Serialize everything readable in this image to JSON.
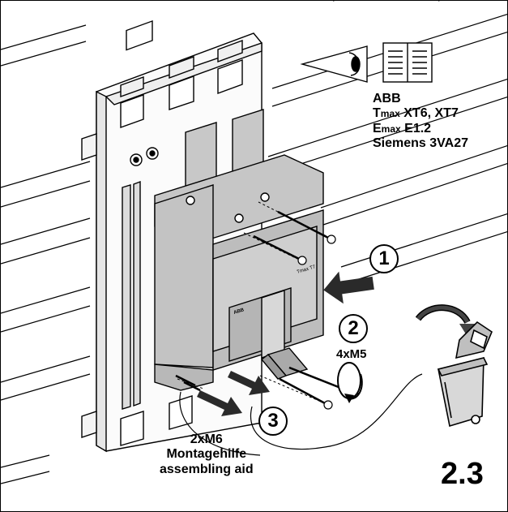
{
  "brand_list": {
    "line1": {
      "prefix": "",
      "rest": "ABB"
    },
    "line2": {
      "prefix": "T",
      "small": "max",
      "rest": " XT6, XT7"
    },
    "line3": {
      "prefix": "E",
      "small": "max",
      "rest": " E1.2"
    },
    "line4": {
      "prefix": "",
      "rest": "Siemens 3VA27"
    }
  },
  "steps": {
    "step1": "1",
    "step2": "2",
    "step3": "3"
  },
  "screws_m5": "4xM5",
  "assembling_aid": {
    "line1": "2xM6",
    "line2": "Montagehilfe",
    "line3": "assembling aid"
  },
  "figure_number": "2.3",
  "breaker_labels": {
    "model": "Tmax T7",
    "logo": "ABB"
  },
  "icons": [
    "eye-icon",
    "manual-book-icon",
    "rotate-arrow-icon",
    "waste-bin-icon",
    "push-arrow-icon"
  ]
}
